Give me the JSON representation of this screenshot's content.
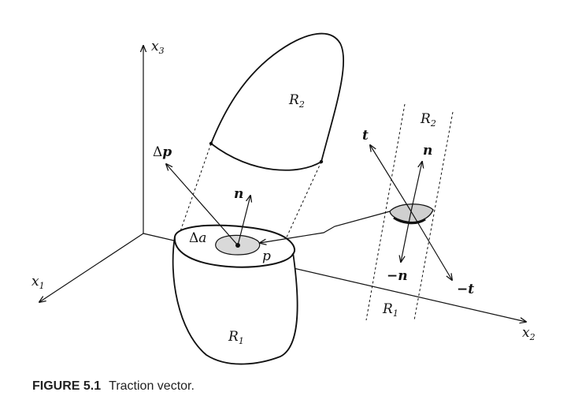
{
  "axes": {
    "x1": {
      "base": "x",
      "sub": "1"
    },
    "x2": {
      "base": "x",
      "sub": "2"
    },
    "x3": {
      "base": "x",
      "sub": "3"
    }
  },
  "regions": {
    "r1_body": {
      "base": "R",
      "sub": "1"
    },
    "r2_body": {
      "base": "R",
      "sub": "2"
    },
    "r1_inset": {
      "base": "R",
      "sub": "1"
    },
    "r2_inset": {
      "base": "R",
      "sub": "2"
    }
  },
  "labels": {
    "delta_p": {
      "base": "Δ",
      "sym": "p"
    },
    "n_main": "n",
    "delta_a": {
      "base": "Δ",
      "sym": "a"
    },
    "point_p": "p",
    "t": "t",
    "n_inset": "n",
    "minus_n": "−n",
    "minus_t": "−t"
  },
  "caption": {
    "number": "FIGURE 5.1",
    "text": "Traction vector."
  }
}
